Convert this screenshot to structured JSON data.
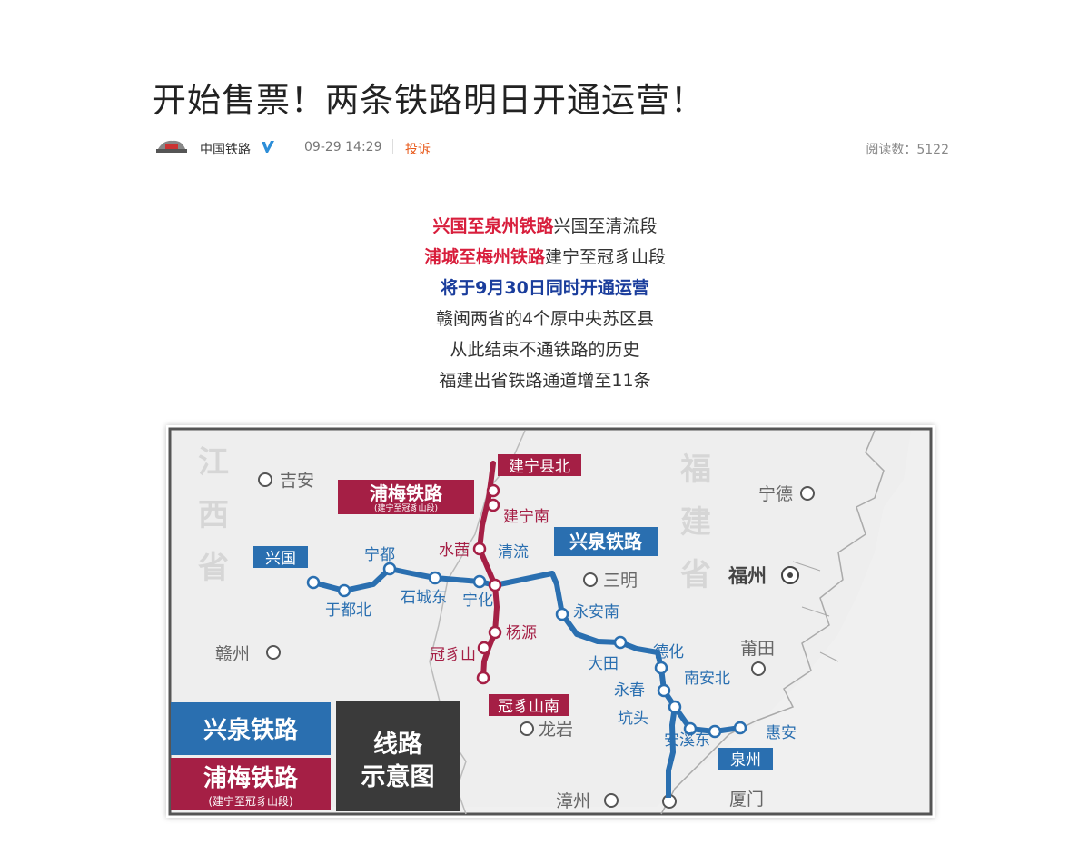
{
  "article": {
    "title": "开始售票！两条铁路明日开通运营！",
    "author": "中国铁路",
    "time": "09-29 14:29",
    "report": "投诉",
    "reads": "阅读数：5122"
  },
  "intro": {
    "line1_red": "兴国至泉州铁路",
    "line1_rest": "兴国至清流段",
    "line2_red": "浦城至梅州铁路",
    "line2_rest": "建宁至冠豸山段",
    "line3_blue": "将于9月30日同时开通运营",
    "line4": "赣闽两省的4个原中央苏区县",
    "line5": "从此结束不通铁路的历史",
    "line6": "福建出省铁路通道增至11条"
  },
  "map": {
    "province_jiangxi": [
      "江",
      "西",
      "省"
    ],
    "province_fujian": [
      "福",
      "建",
      "省"
    ],
    "cities": {
      "jian": "吉安",
      "ganzhou": "赣州",
      "sanming": "三明",
      "ningde": "宁德",
      "fuzhou": "福州",
      "putian": "莆田",
      "longyan": "龙岩",
      "zhangzhou": "漳州",
      "xiamen": "厦门"
    },
    "stations": {
      "xingguo": "兴国",
      "yudubei": "于都北",
      "yudu": "宁都",
      "shichengdong": "石城东",
      "ninghua": "宁化",
      "shuixi": "水茜",
      "qingliu": "清流",
      "jianningxianbei": "建宁县北",
      "jianningnan": "建宁南",
      "yangyuan": "杨源",
      "guanzhishan": "冠豸山",
      "guanzhishannan": "冠豸山南",
      "yonganan": "永安南",
      "datian": "大田",
      "dehua": "德化",
      "yongchun": "永春",
      "nananbei": "南安北",
      "kengtou": "坑头",
      "anxidong": "安溪东",
      "huian": "惠安",
      "quanzhou": "泉州"
    },
    "line_label_xingquan": "兴泉铁路",
    "line_label_pumei": "浦梅铁路",
    "line_label_pumei_sub": "(建宁至冠豸山段)",
    "legend": {
      "xingquan": "兴泉铁路",
      "pumei": "浦梅铁路",
      "pumei_sub": "(建宁至冠豸山段)",
      "title_line1": "线路",
      "title_line2": "示意图"
    },
    "colors": {
      "xingquan": "#2a6fb0",
      "pumei": "#a51f45",
      "legend_dark": "#3a3a3a"
    }
  }
}
